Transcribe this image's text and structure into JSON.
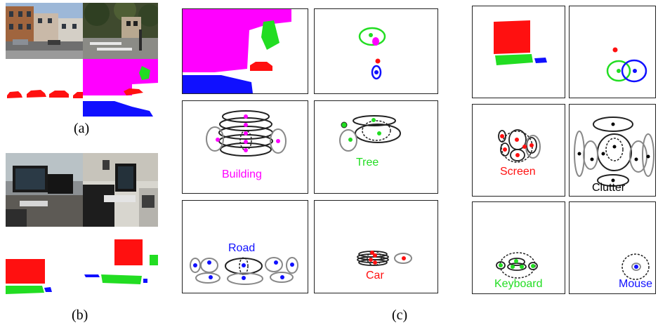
{
  "figure": {
    "captions": {
      "a": "(a)",
      "b": "(b)",
      "c": "(c)"
    },
    "labels": {
      "building": "Building",
      "tree": "Tree",
      "road": "Road",
      "car": "Car",
      "screen": "Screen",
      "clutter": "Clutter",
      "keyboard": "Keyboard",
      "mouse": "Mouse"
    },
    "colors": {
      "building": "#ff00ff",
      "tree": "#00dd00",
      "road": "#0000ff",
      "car": "#ff0000",
      "screen": "#ff0000",
      "keyboard": "#00dd00",
      "mouse": "#0000ff",
      "clutter": "#000000",
      "part_ellipse": "#888888"
    }
  }
}
